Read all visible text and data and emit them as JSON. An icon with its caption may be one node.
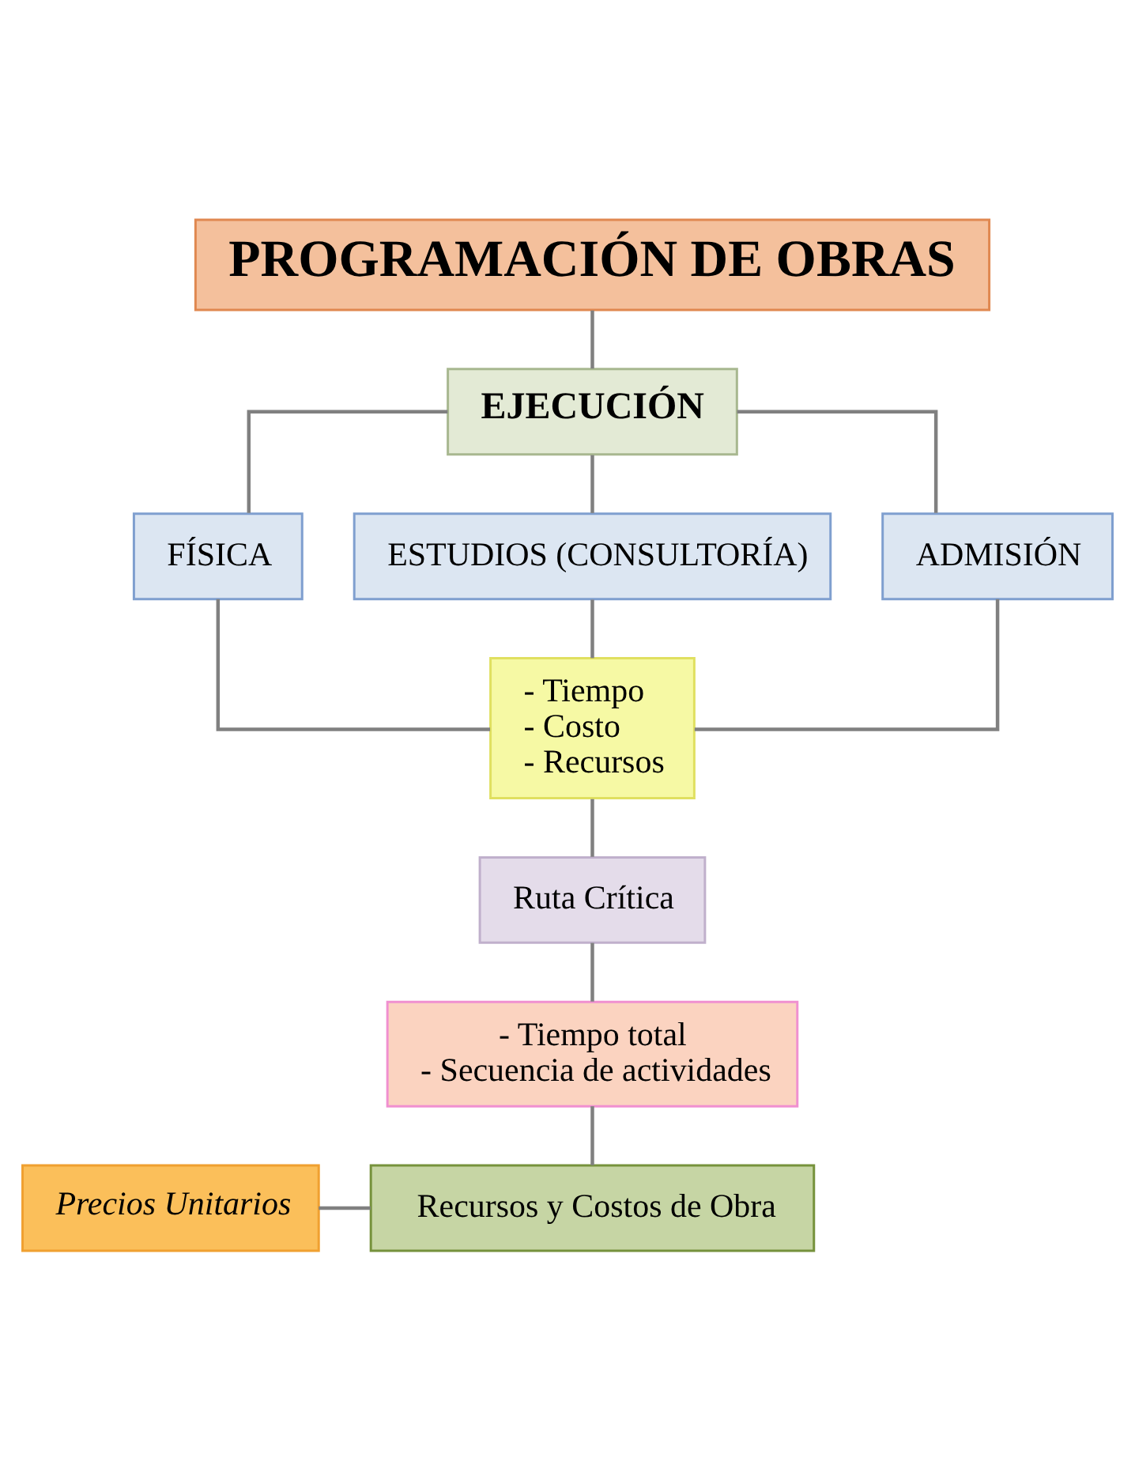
{
  "diagram": {
    "nodes": [
      {
        "text": [
          "PROGRAMACIÓN DE OBRAS"
        ]
      },
      {
        "text": [
          "EJECUCIÓN"
        ]
      },
      {
        "text": [
          "FÍSICA"
        ]
      },
      {
        "text": [
          "ESTUDIOS (CONSULTORÍA)"
        ]
      },
      {
        "text": [
          "ADMISIÓN"
        ]
      },
      {
        "text": [
          "- Tiempo",
          "- Costo",
          "- Recursos"
        ]
      },
      {
        "text": [
          "Ruta Crítica"
        ]
      },
      {
        "text": [
          "- Tiempo total",
          "- Secuencia de actividades"
        ]
      },
      {
        "text": [
          "Precios Unitarios"
        ]
      },
      {
        "text": [
          "Recursos y Costos de Obra"
        ]
      }
    ],
    "edges": [
      {
        "from": 0,
        "to": 1,
        "arrow": "none"
      },
      {
        "from": 1,
        "to": 2,
        "arrow": "none"
      },
      {
        "from": 1,
        "to": 3,
        "arrow": "none"
      },
      {
        "from": 1,
        "to": 4,
        "arrow": "none"
      },
      {
        "from": 2,
        "to": 5,
        "arrow": "none"
      },
      {
        "from": 3,
        "to": 5,
        "arrow": "none"
      },
      {
        "from": 4,
        "to": 5,
        "arrow": "none"
      },
      {
        "from": 5,
        "to": 6,
        "arrow": "none"
      },
      {
        "from": 6,
        "to": 7,
        "arrow": "none"
      },
      {
        "from": 7,
        "to": 9,
        "arrow": "none"
      },
      {
        "from": 8,
        "to": 9,
        "arrow": "none"
      }
    ]
  }
}
